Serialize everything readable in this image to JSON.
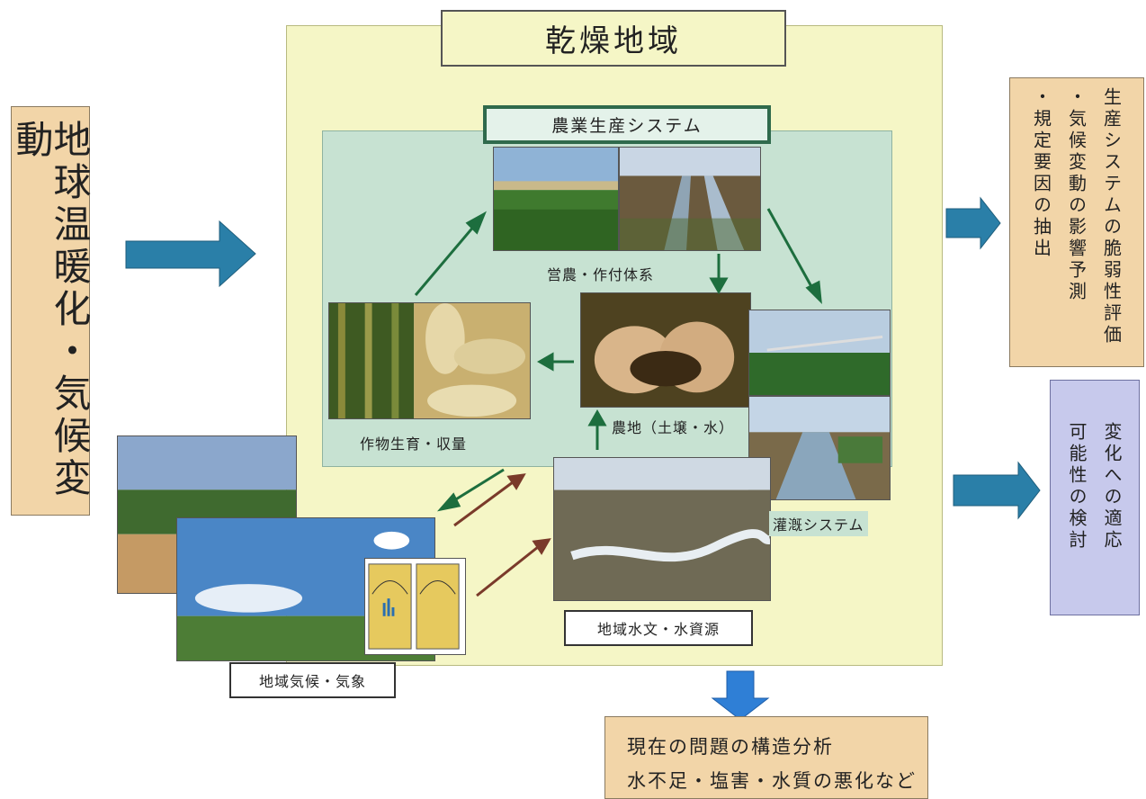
{
  "left_input": {
    "text": "地球温暖化・気候変動"
  },
  "arid_region": {
    "title": "乾燥地域"
  },
  "agri_system": {
    "title": "農業生産システム"
  },
  "nodes": {
    "farming": "営農・作付体系",
    "crop": "作物生育・収量",
    "farmland": "農地（土壌・水）",
    "irrigation": "灌漑システム",
    "hydrology": "地域水文・水資源",
    "climate": "地域気候・気象"
  },
  "right_outputs": {
    "evaluation": {
      "line1": "生産システムの脆弱性評価",
      "line2": "・気候変動の影響予測",
      "line3": "・規定要因の抽出"
    },
    "adaptation": {
      "line1": "変化への適応",
      "line2": "可能性の検討"
    }
  },
  "bottom_output": {
    "line1": "現在の問題の構造分析",
    "line2": "水不足・塩害・水質の悪化など"
  },
  "colors": {
    "blue_arrow": "#2a7fa8",
    "bottom_arrow": "#2f7fd6",
    "green_arrow": "#1d6e3e",
    "brown_arrow": "#7a3a2a",
    "tan_box": "#f2d5a8",
    "arid_bg": "#f5f6c6",
    "agri_bg": "#c7e2d2",
    "adapt_bg": "#c7c9ec"
  }
}
